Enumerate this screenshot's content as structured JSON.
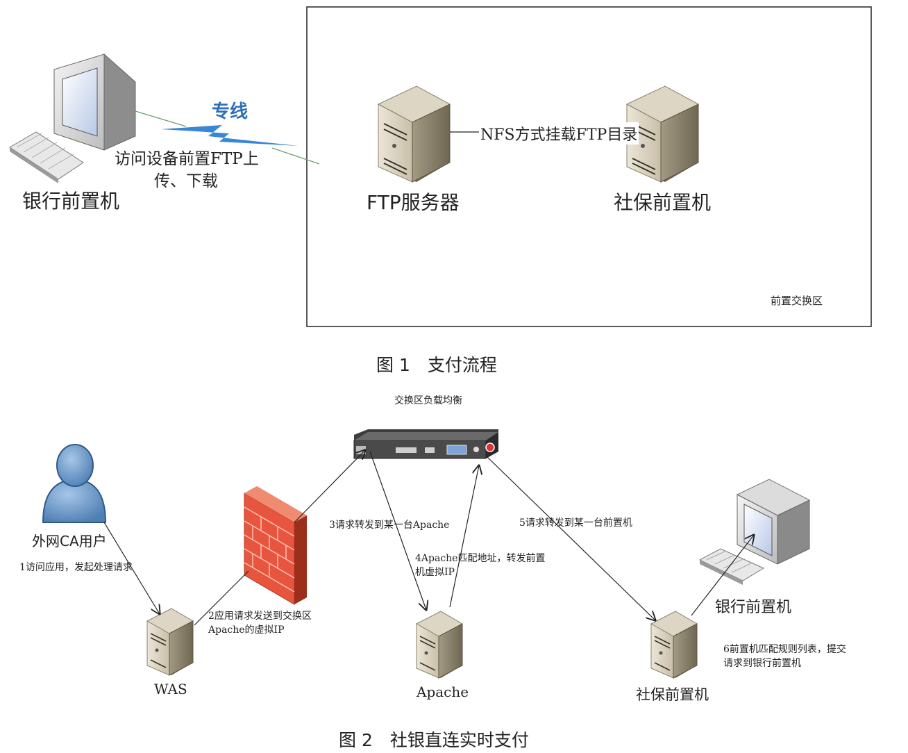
{
  "figure1": {
    "caption": "图 1　支付流程",
    "bank_label": "银行前置机",
    "line_label": "专线",
    "access_label_line1": "访问设备前置FTP上",
    "access_label_line2": "传、下载",
    "ftp_label": "FTP服务器",
    "nfs_label": "NFS方式挂载FTP目录",
    "social_label": "社保前置机",
    "zone_label": "前置交换区"
  },
  "figure2": {
    "caption": "图 2　社银直连实时支付",
    "lb_label": "交换区负载均衡",
    "user_label": "外网CA用户",
    "was_label": "WAS",
    "apache_label": "Apache",
    "social_label": "社保前置机",
    "bank_label": "银行前置机",
    "step1": "1访问应用，发起处理请求",
    "step2_line1": "2应用请求发送到交换区",
    "step2_line2": "Apache的虚拟IP",
    "step3": "3请求转发到某一台Apache",
    "step4_line1": "4Apache匹配地址，转发前置",
    "step4_line2": "机虚拟IP",
    "step5": "5请求转发到某一台前置机",
    "step6_line1": "6前置机匹配规则列表，提交",
    "step6_line2": "请求到银行前置机"
  },
  "colors": {
    "lightning": "#3a86d6",
    "line_label": "#2e6fb7",
    "link_green": "#6aa06a",
    "firewall": "#e8553e",
    "user": "#6d9ed0"
  }
}
